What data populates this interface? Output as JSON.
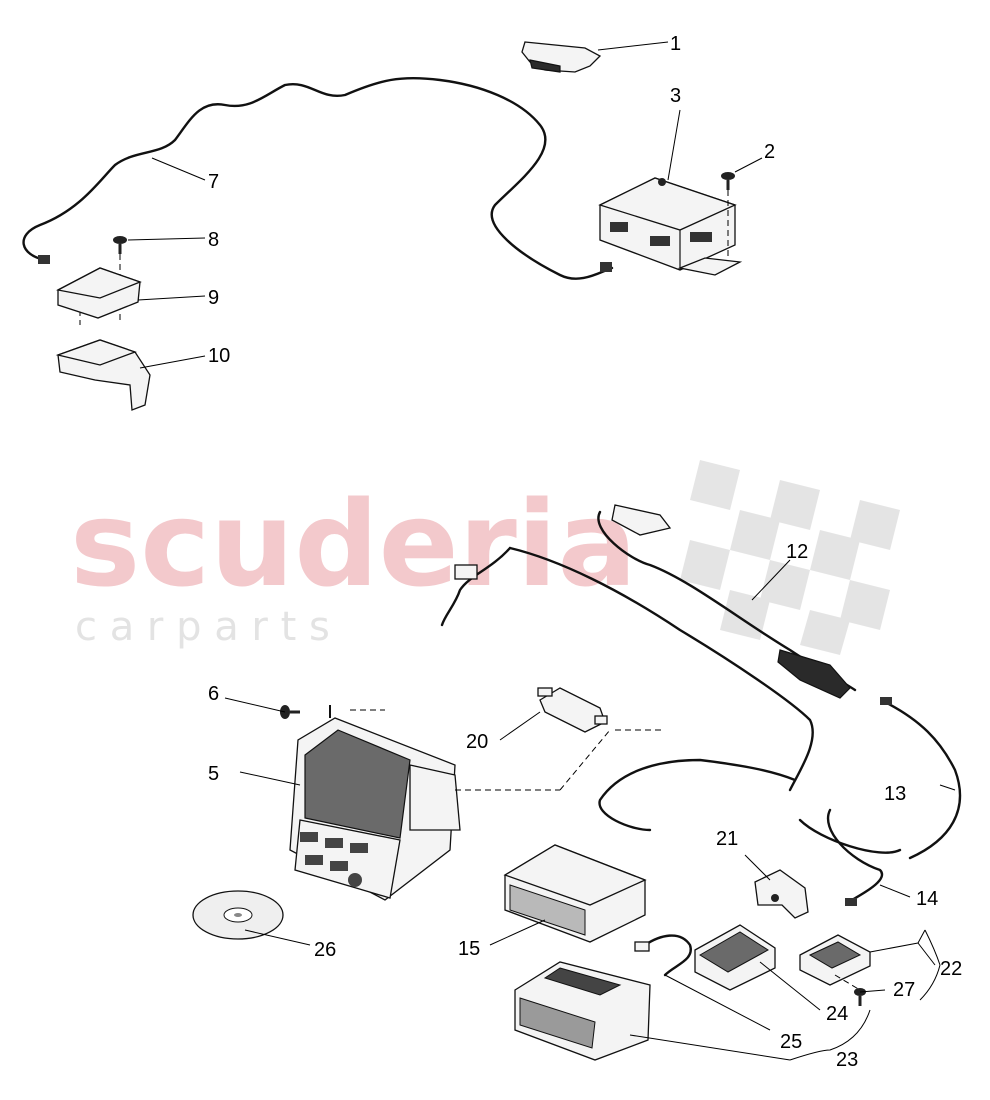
{
  "watermark": {
    "brand": "scuderia",
    "subtitle": "c a r   p a r t s"
  },
  "callouts": {
    "c1": "1",
    "c2": "2",
    "c3": "3",
    "c5": "5",
    "c6": "6",
    "c7": "7",
    "c8": "8",
    "c9": "9",
    "c10": "10",
    "c12": "12",
    "c13": "13",
    "c14": "14",
    "c15": "15",
    "c20": "20",
    "c21": "21",
    "c22": "22",
    "c23": "23",
    "c24": "24",
    "c25": "25",
    "c26": "26",
    "c27": "27"
  }
}
